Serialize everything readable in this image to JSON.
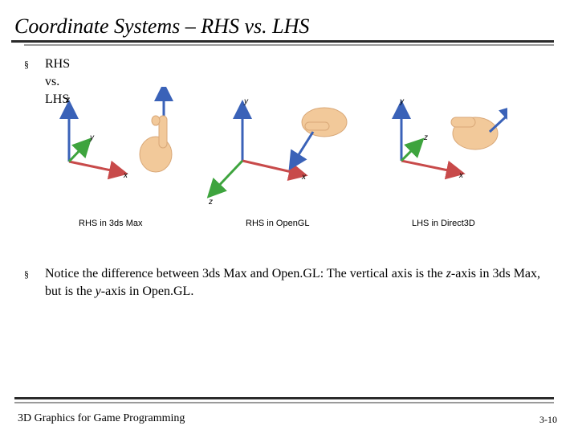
{
  "title": "Coordinate Systems – RHS vs. LHS",
  "bullets": [
    {
      "text": "RHS vs. LHS"
    },
    {
      "parts": [
        "Notice the difference between 3ds Max and Open.GL: The vertical axis is the ",
        "z",
        "-axis in 3ds Max, but is the ",
        "y",
        "-axis in Open.GL."
      ]
    }
  ],
  "bullet_symbol": "§",
  "figure": {
    "captions": [
      "RHS in 3ds Max",
      "RHS in OpenGL",
      "LHS in Direct3D"
    ],
    "axes": [
      {
        "labels": [
          "z",
          "y",
          "x"
        ]
      },
      {
        "labels": [
          "y",
          "x",
          "z"
        ]
      },
      {
        "labels": [
          "y",
          "z",
          "x"
        ]
      }
    ],
    "colors": {
      "blue": "#3a62b8",
      "green": "#3ea43e",
      "red": "#c84a4a",
      "hand": "#f2c99a"
    }
  },
  "footer": {
    "left": "3D Graphics for Game Programming",
    "page": "3-10"
  }
}
